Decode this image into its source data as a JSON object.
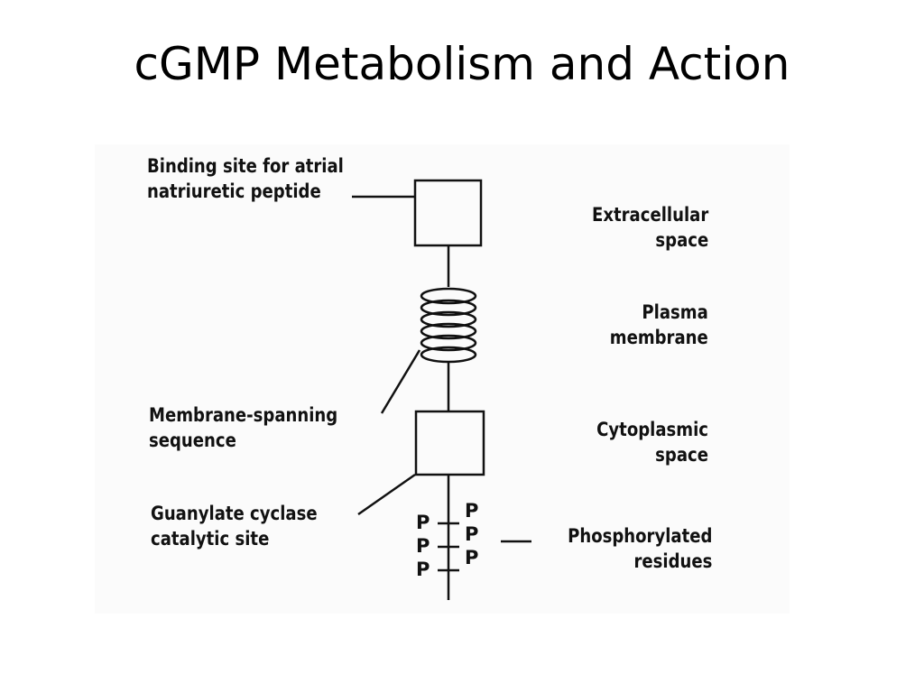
{
  "slide": {
    "title": "cGMP Metabolism and Action"
  },
  "diagram": {
    "left_labels": {
      "binding_site": [
        "Binding site for atrial",
        "natriuretic peptide"
      ],
      "membrane_spanning": [
        "Membrane-spanning",
        "sequence"
      ],
      "guanylate_cyclase": [
        "Guanylate cyclase",
        "catalytic site"
      ]
    },
    "right_labels": {
      "extracellular": [
        "Extracellular",
        "space"
      ],
      "plasma_membrane": [
        "Plasma",
        "membrane"
      ],
      "cytoplasmic": [
        "Cytoplasmic",
        "space"
      ],
      "phosphorylated": [
        "Phosphorylated",
        "residues"
      ]
    },
    "phosphate_symbol": "P"
  }
}
